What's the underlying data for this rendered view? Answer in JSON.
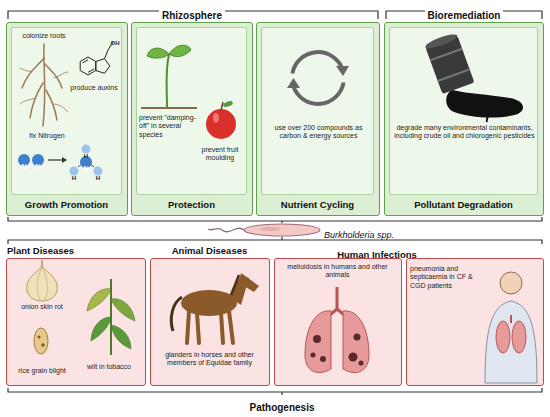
{
  "diagram": {
    "nodes": [
      {
        "text": [
          "Growth Promotion"
        ]
      },
      {
        "text": [
          "colonize roots",
          "produce auxins",
          "fix Nitrogen"
        ],
        "in": 0
      },
      {
        "text": [
          "Protection"
        ]
      },
      {
        "text": [
          "prevent \"damping-off\" in several species",
          "prevent fruit moulding"
        ],
        "in": 2
      },
      {
        "text": [
          "Nutrient Cycling"
        ]
      },
      {
        "text": [
          "use over 200 compounds as carbon & energy sources"
        ],
        "in": 4
      },
      {
        "text": [
          "Pollutant Degradation"
        ]
      },
      {
        "text": [
          "degrade many environmental contaminants, including crude oil and chlorogenic pesticides"
        ],
        "in": 6
      },
      {
        "text": [
          "Plant Diseases",
          "onion skin rot",
          "rice grain blight",
          "wilt in tobacco"
        ]
      },
      {
        "text": [
          "Animal Diseases",
          "glanders in horses and other members of Equidae family"
        ]
      },
      {
        "text": [
          "melioidosis in humans and other animals"
        ]
      },
      {
        "text": [
          "pneumonia and septicaemia in CF & CGD patients"
        ]
      }
    ],
    "labels": [
      "Rhizosphere",
      "Bioremediation",
      "OH",
      "N",
      "N",
      "N",
      "H",
      "H",
      "H",
      "Burkholderia spp.",
      "Human Infections",
      "Pathogenesis"
    ]
  }
}
